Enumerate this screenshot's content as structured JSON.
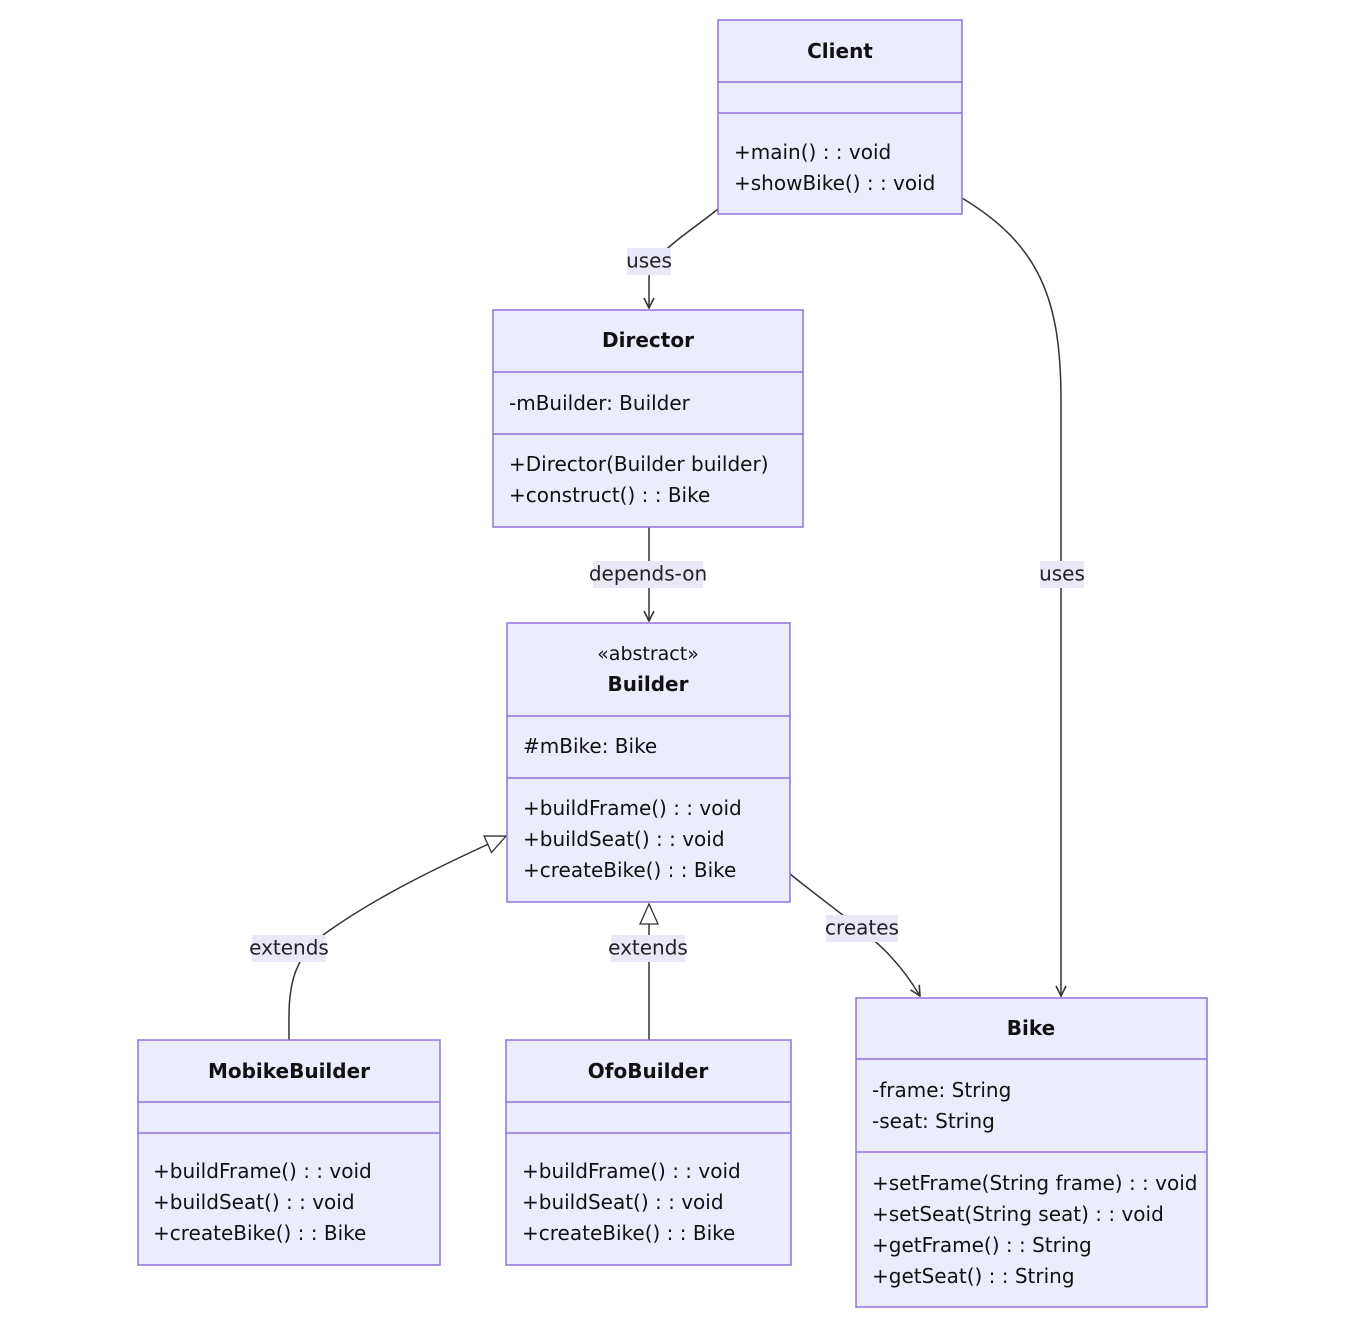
{
  "colors": {
    "class_fill": "#ECECFF",
    "class_border": "#9370DB",
    "edge": "#333333",
    "label_bg": "#E8E8F7"
  },
  "classes": {
    "client": {
      "name": "Client",
      "attributes": [],
      "methods": [
        "+main() : : void",
        "+showBike() : : void"
      ]
    },
    "director": {
      "name": "Director",
      "attributes": [
        "-mBuilder: Builder"
      ],
      "methods": [
        "+Director(Builder builder)",
        "+construct() : : Bike"
      ]
    },
    "builder": {
      "stereotype": "«abstract»",
      "name": "Builder",
      "attributes": [
        "#mBike: Bike"
      ],
      "methods": [
        "+buildFrame() : : void",
        "+buildSeat() : : void",
        "+createBike() : : Bike"
      ]
    },
    "mobike": {
      "name": "MobikeBuilder",
      "attributes": [],
      "methods": [
        "+buildFrame() : : void",
        "+buildSeat() : : void",
        "+createBike() : : Bike"
      ]
    },
    "ofo": {
      "name": "OfoBuilder",
      "attributes": [],
      "methods": [
        "+buildFrame() : : void",
        "+buildSeat() : : void",
        "+createBike() : : Bike"
      ]
    },
    "bike": {
      "name": "Bike",
      "attributes": [
        "-frame: String",
        "-seat: String"
      ],
      "methods": [
        "+setFrame(String frame) : : void",
        "+setSeat(String seat) : : void",
        "+getFrame() : : String",
        "+getSeat() : : String"
      ]
    }
  },
  "relations": {
    "client_director": {
      "label": "uses",
      "type": "association"
    },
    "client_bike": {
      "label": "uses",
      "type": "association"
    },
    "director_builder": {
      "label": "depends-on",
      "type": "dependency"
    },
    "mobike_builder": {
      "label": "extends",
      "type": "inheritance"
    },
    "ofo_builder": {
      "label": "extends",
      "type": "inheritance"
    },
    "builder_bike": {
      "label": "creates",
      "type": "association"
    }
  }
}
